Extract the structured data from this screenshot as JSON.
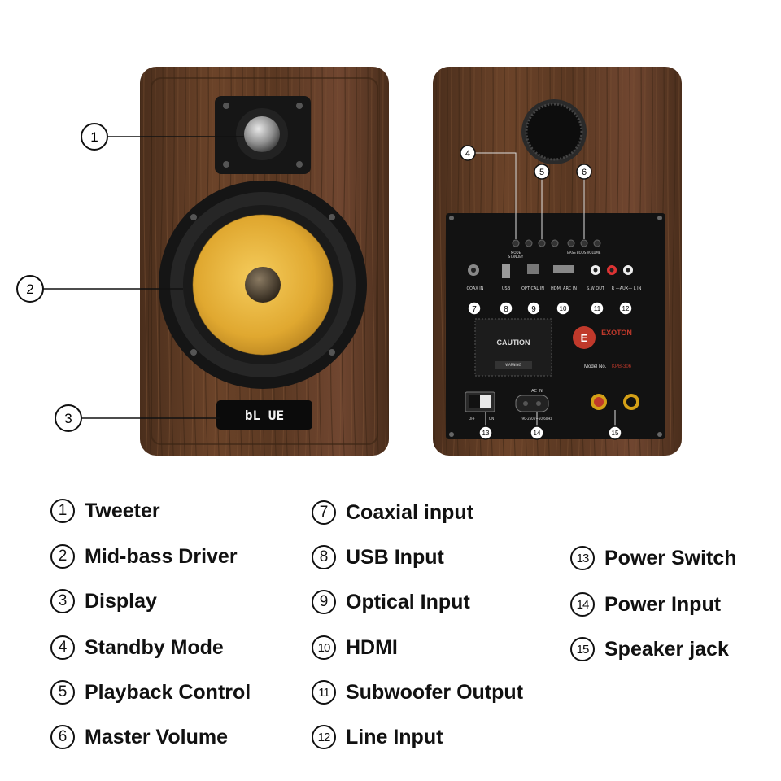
{
  "legend": [
    {
      "num": "1",
      "label": "Tweeter"
    },
    {
      "num": "2",
      "label": "Mid-bass Driver"
    },
    {
      "num": "3",
      "label": "Display"
    },
    {
      "num": "4",
      "label": "Standby Mode"
    },
    {
      "num": "5",
      "label": "Playback Control"
    },
    {
      "num": "6",
      "label": "Master Volume"
    },
    {
      "num": "7",
      "label": "Coaxial input"
    },
    {
      "num": "8",
      "label": "USB Input"
    },
    {
      "num": "9",
      "label": "Optical Input"
    },
    {
      "num": "10",
      "label": "HDMI"
    },
    {
      "num": "11",
      "label": "Subwoofer Output"
    },
    {
      "num": "12",
      "label": "Line Input"
    },
    {
      "num": "13",
      "label": "Power Switch"
    },
    {
      "num": "14",
      "label": "Power Input"
    },
    {
      "num": "15",
      "label": "Speaker jack"
    }
  ],
  "front": {
    "display_text": "bL UE"
  },
  "rear_panel": {
    "brand": "EXOTON",
    "model_label": "Model No.",
    "model_value": "KPB-306",
    "caution_title": "CAUTION",
    "warning_title": "WARNING",
    "ac_in": "AC IN",
    "voltage": "90-250V~50/60Hz",
    "switch_off": "OFF",
    "switch_on": "ON",
    "port_coax": "COAX IN",
    "port_usb": "USB",
    "port_optical": "OPTICAL IN",
    "port_hdmi": "HDMI ARC IN",
    "port_sw": "S.W OUT",
    "port_line": "R —AUX— L IN",
    "btn_mode": "MODE",
    "btn_standby": "STANDBY",
    "btn_bass": "BASS BOOST",
    "btn_volume": "VOLUME"
  },
  "colors": {
    "wood": "#5a3a24",
    "wood_dark": "#3e2616",
    "cone": "#e3b03c",
    "panel": "#121212",
    "accent": "#c0392b"
  }
}
